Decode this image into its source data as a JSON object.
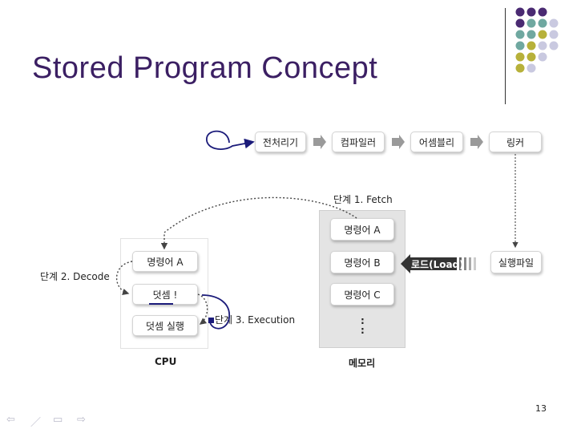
{
  "slide": {
    "title": "Stored Program Concept",
    "page_number": "13"
  },
  "pipeline": [
    "전처리기",
    "컴파일러",
    "어셈블리",
    "링커"
  ],
  "exec_file": "실행파일",
  "load_label": "로드(Load)",
  "cpu": {
    "label": "CPU",
    "items": [
      "명령어 A",
      "덧셈 !",
      "덧셈 실행"
    ]
  },
  "memory": {
    "label": "메모리",
    "items": [
      "명령어 A",
      "명령어 B",
      "명령어 C"
    ],
    "ellipsis": ":"
  },
  "steps": {
    "fetch": "단계 1. Fetch",
    "decode": "단계 2. Decode",
    "execution": "단계 3. Execution"
  },
  "nav_icons": [
    "prev-arrow-icon",
    "pen-icon",
    "menu-icon",
    "next-arrow-icon"
  ],
  "colors": {
    "title": "#3b1f63",
    "dot_purple": "#4a2a72",
    "dot_teal": "#6fa8a0",
    "dot_olive": "#b7b13a",
    "dot_lavender": "#c9c9e0",
    "annotation": "#1b1b7a"
  }
}
